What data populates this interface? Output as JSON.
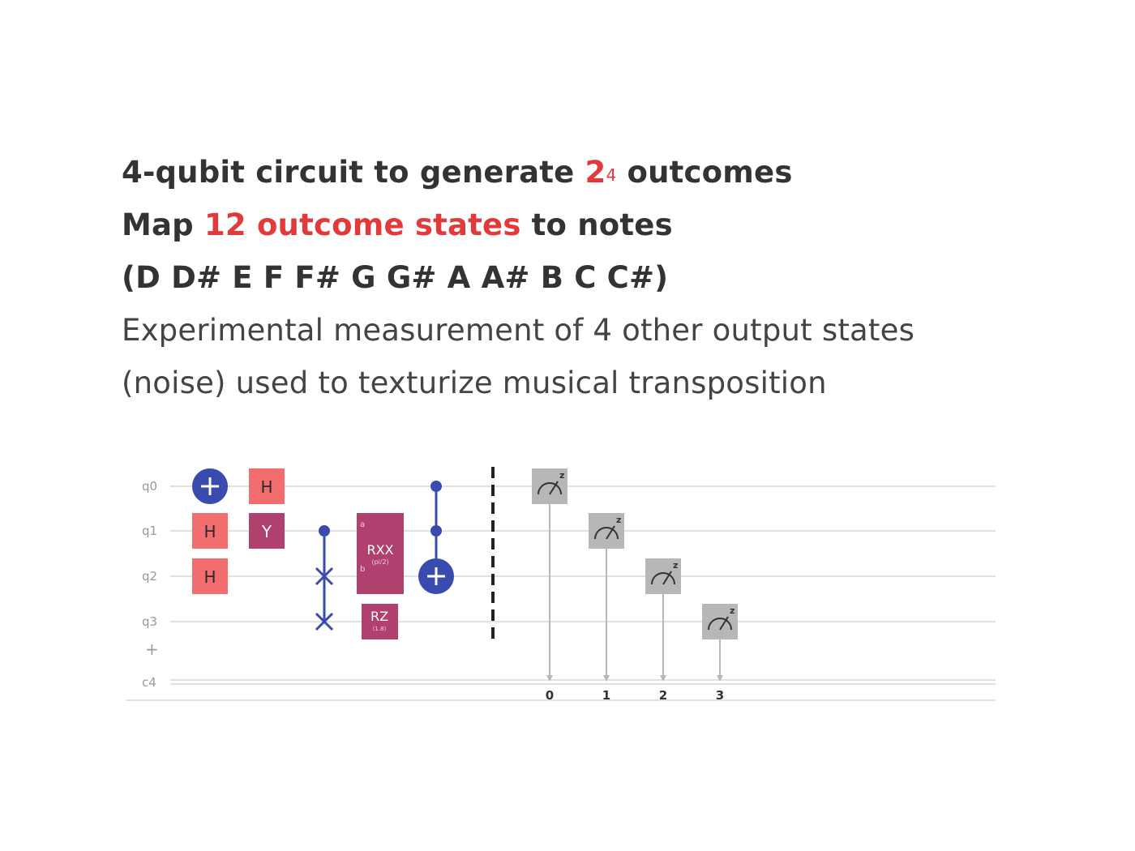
{
  "heading": {
    "line1": {
      "prefix": "4-qubit circuit to generate ",
      "base": "2",
      "exp": "4",
      "suffix": " outcomes"
    },
    "line2": {
      "prefix": "Map ",
      "highlight": "12 outcome states",
      "suffix": " to notes"
    },
    "line3": "(D D# E F F# G G# A A# B C C#)",
    "line4": "Experimental measurement of 4 other output states",
    "line5": "(noise) used to texturize musical transposition"
  },
  "colors": {
    "text": "#333333",
    "accent_red": "#e23a3a",
    "gate_h": "#f26d6d",
    "gate_y": "#b0406d",
    "gate_rot": "#b0406d",
    "control_blue": "#3a4bb0",
    "measure_gray": "#b7b7b7",
    "wire": "#e2e2e2"
  },
  "circuit": {
    "qubits": [
      "q0",
      "q1",
      "q2",
      "q3"
    ],
    "add_label": "+",
    "classical_register": "c4",
    "gates": {
      "h_label": "H",
      "y_label": "Y",
      "rxx_label": "RXX",
      "rxx_param": "(pi/2)",
      "rxx_port_a": "a",
      "rxx_port_b": "b",
      "rz_label": "RZ",
      "rz_param": "(1.8)",
      "measure_basis": "z"
    },
    "classical_bits": [
      "0",
      "1",
      "2",
      "3"
    ]
  }
}
